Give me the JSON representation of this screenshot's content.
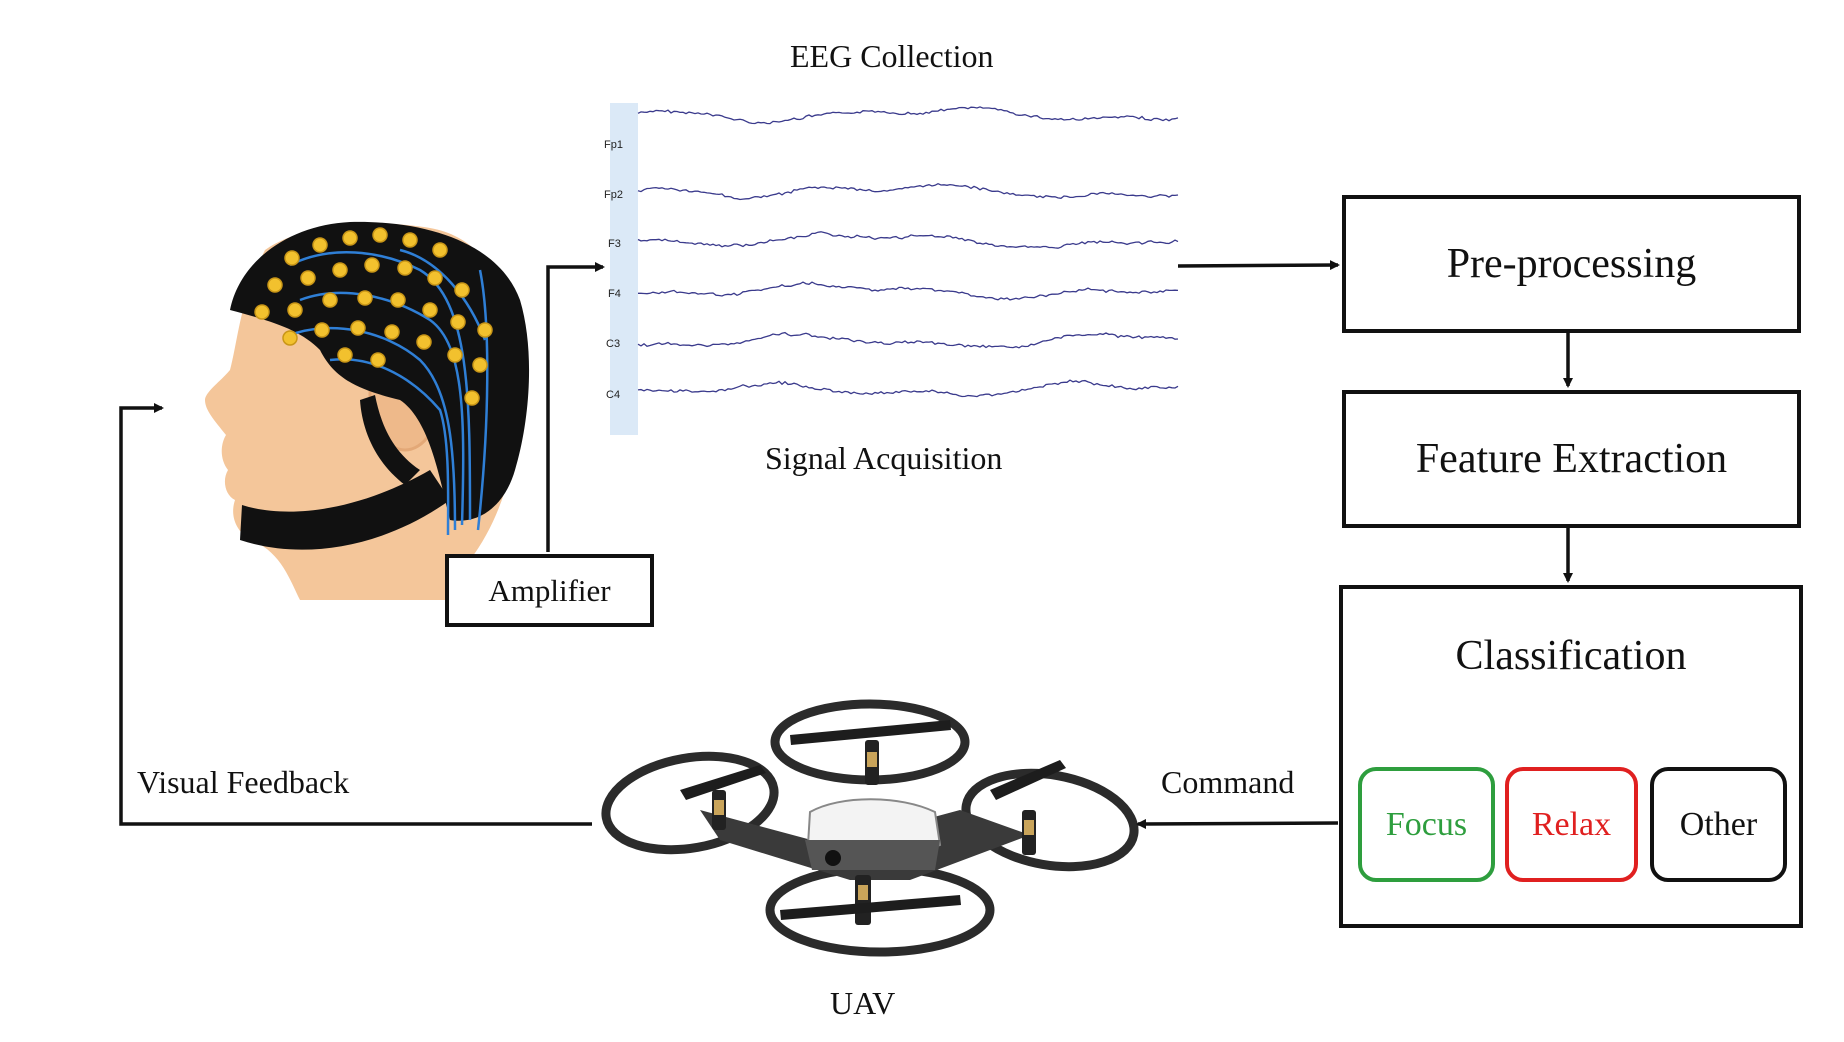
{
  "labels": {
    "eeg_collection": "EEG Collection",
    "signal_acquisition": "Signal Acquisition",
    "amplifier": "Amplifier",
    "visual_feedback": "Visual Feedback",
    "command": "Command",
    "uav": "UAV"
  },
  "eeg_channels": [
    "Fp1",
    "Fp2",
    "F3",
    "F4",
    "C3",
    "C4"
  ],
  "pipeline": {
    "preprocessing": "Pre-processing",
    "feature_extraction": "Feature Extraction",
    "classification": "Classification"
  },
  "classes": [
    {
      "label": "Focus",
      "color": "#2e9e3e"
    },
    {
      "label": "Relax",
      "color": "#e02020"
    },
    {
      "label": "Other",
      "color": "#111111"
    }
  ],
  "colors": {
    "cap": "#111111",
    "electrode": "#f2c12e",
    "wire": "#2f7fd6",
    "skin": "#f4c69a",
    "eeg_trace": "#3a3a8c",
    "channel_bar": "#dbe9f7"
  },
  "icons": [
    "eeg-cap-head-illustration",
    "drone-illustration"
  ]
}
